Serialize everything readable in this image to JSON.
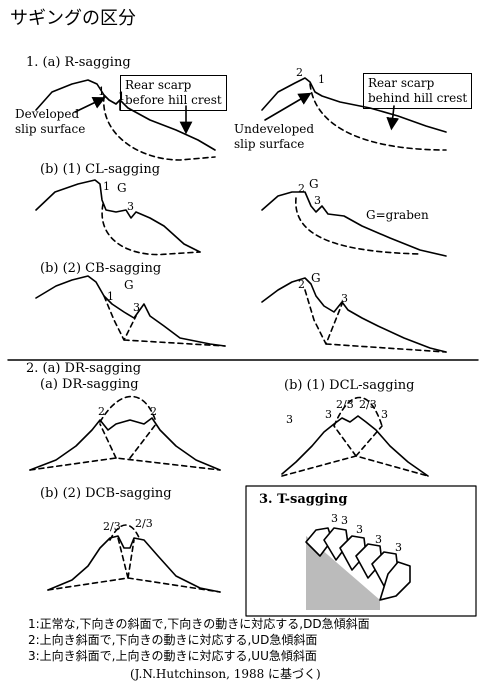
{
  "title": "サギングの区分",
  "section1": {
    "r_heading": "1. (a) R-sagging",
    "r_left_box": "Rear scarp\nbefore hill crest",
    "r_left_label": "Developed\nslip surface",
    "r_right_box": "Rear scarp\nbehind hill crest",
    "r_right_label": "Undeveloped\nslip surface",
    "cl_heading": "(b) (1) CL-sagging",
    "graben_note": "G=graben",
    "cb_heading": "(b) (2) CB-sagging",
    "g": "G",
    "n1": "1",
    "n2": "2",
    "n3": "3"
  },
  "section2": {
    "heading": "2. (a) DR-sagging",
    "dr_heading": "(a) DR-sagging",
    "dcl_heading": "(b) (1) DCL-sagging",
    "dcb_heading": "(b) (2) DCB-sagging",
    "n23": "2/3"
  },
  "section3": {
    "heading": "3.  T-sagging"
  },
  "legend": [
    "1:正常な,下向きの斜面で,下向きの動きに対応する,DD急傾斜面",
    "2:上向き斜面で,下向きの動きに対応する,UD急傾斜面",
    "3:上向き斜面で,上向きの動きに対応する,UU急傾斜面"
  ],
  "citation": "(J.N.Hutchinson, 1988  に基づく)"
}
